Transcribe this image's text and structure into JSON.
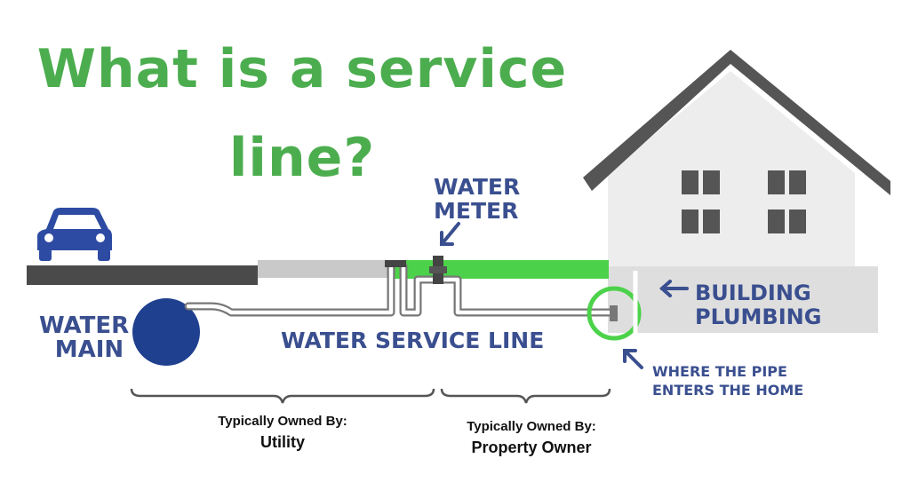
{
  "title": {
    "line1": "What is a service",
    "line2": "line?"
  },
  "labels": {
    "water_meter": [
      "WATER",
      "METER"
    ],
    "building_plumbing": [
      "BUILDING",
      "PLUMBING"
    ],
    "water_main": [
      "WATER",
      "MAIN"
    ],
    "water_service_line": "WATER SERVICE LINE",
    "pipe_entry": [
      "WHERE THE PIPE",
      "ENTERS THE HOME"
    ]
  },
  "ownership": {
    "utility": {
      "caption": "Typically Owned By:",
      "owner": "Utility"
    },
    "property": {
      "caption": "Typically Owned By:",
      "owner": "Property Owner"
    }
  },
  "colors": {
    "title_green": "#4cad4f",
    "label_blue": "#3a4f8f",
    "main_pipe_blue": "#1f3f8f",
    "customer_line_green": "#4cd24a",
    "house_gray": "#dcdcdc",
    "roof_gray": "#555555"
  },
  "icons": [
    "car-icon",
    "left-arrow-icon",
    "down-left-arrow-icon",
    "up-left-arrow-icon"
  ]
}
